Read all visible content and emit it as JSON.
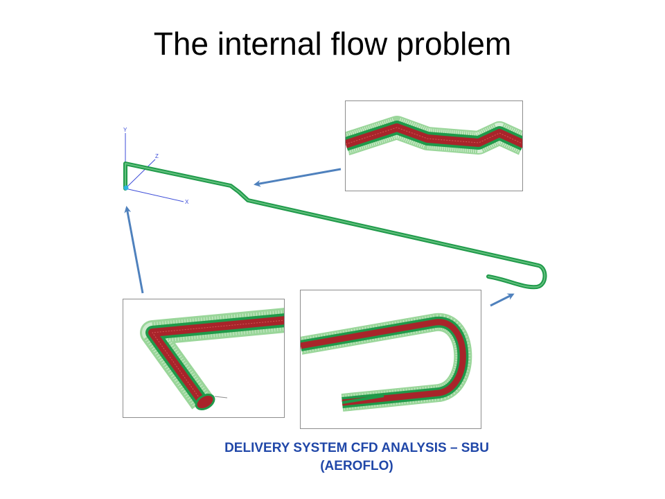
{
  "slide": {
    "title": "The internal flow problem",
    "caption_line1": "DELIVERY SYSTEM CFD ANALYSIS – SBU",
    "caption_line2": "(AEROFLO)"
  },
  "axes": {
    "y_label": "Y",
    "z_label": "Z",
    "x_label": "X"
  },
  "colors": {
    "pipe_green": "#1f9a4a",
    "pipe_red": "#a8242a",
    "mesh_green": "#9ad69a",
    "arrow_blue": "#4f81bd",
    "caption_blue": "#2047a8",
    "axis_blue": "#3b4bd8"
  },
  "icons": {
    "arrow": "arrow-icon"
  }
}
